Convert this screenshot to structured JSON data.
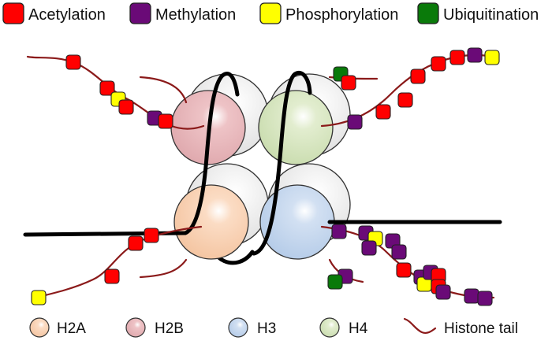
{
  "colors": {
    "acetylation": "#ff0000",
    "methylation": "#6a0a77",
    "phosphorylation": "#ffff00",
    "ubiquitination": "#0a7a0a",
    "h2a": "#f9cfb0",
    "h2b": "#e8b4b8",
    "h3": "#c3d7ee",
    "h4": "#d7e6c0",
    "back_histone": "#e6e6e6",
    "tail": "#8b1a1a",
    "dna": "#000000"
  },
  "modification_legend": [
    {
      "label": "Acetylation",
      "color": "#ff0000"
    },
    {
      "label": "Methylation",
      "color": "#6a0a77"
    },
    {
      "label": "Phosphorylation",
      "color": "#ffff00"
    },
    {
      "label": "Ubiquitination",
      "color": "#0a7a0a"
    }
  ],
  "histone_legend": [
    {
      "label": "H2A",
      "color": "#f9cfb0",
      "kind": "histone"
    },
    {
      "label": "H2B",
      "color": "#e8b4b8",
      "kind": "histone"
    },
    {
      "label": "H3",
      "color": "#c3d7ee",
      "kind": "histone"
    },
    {
      "label": "H4",
      "color": "#d7e6c0",
      "kind": "histone"
    },
    {
      "label": "Histone tail",
      "color": "#8b1a1a",
      "kind": "tail"
    }
  ]
}
